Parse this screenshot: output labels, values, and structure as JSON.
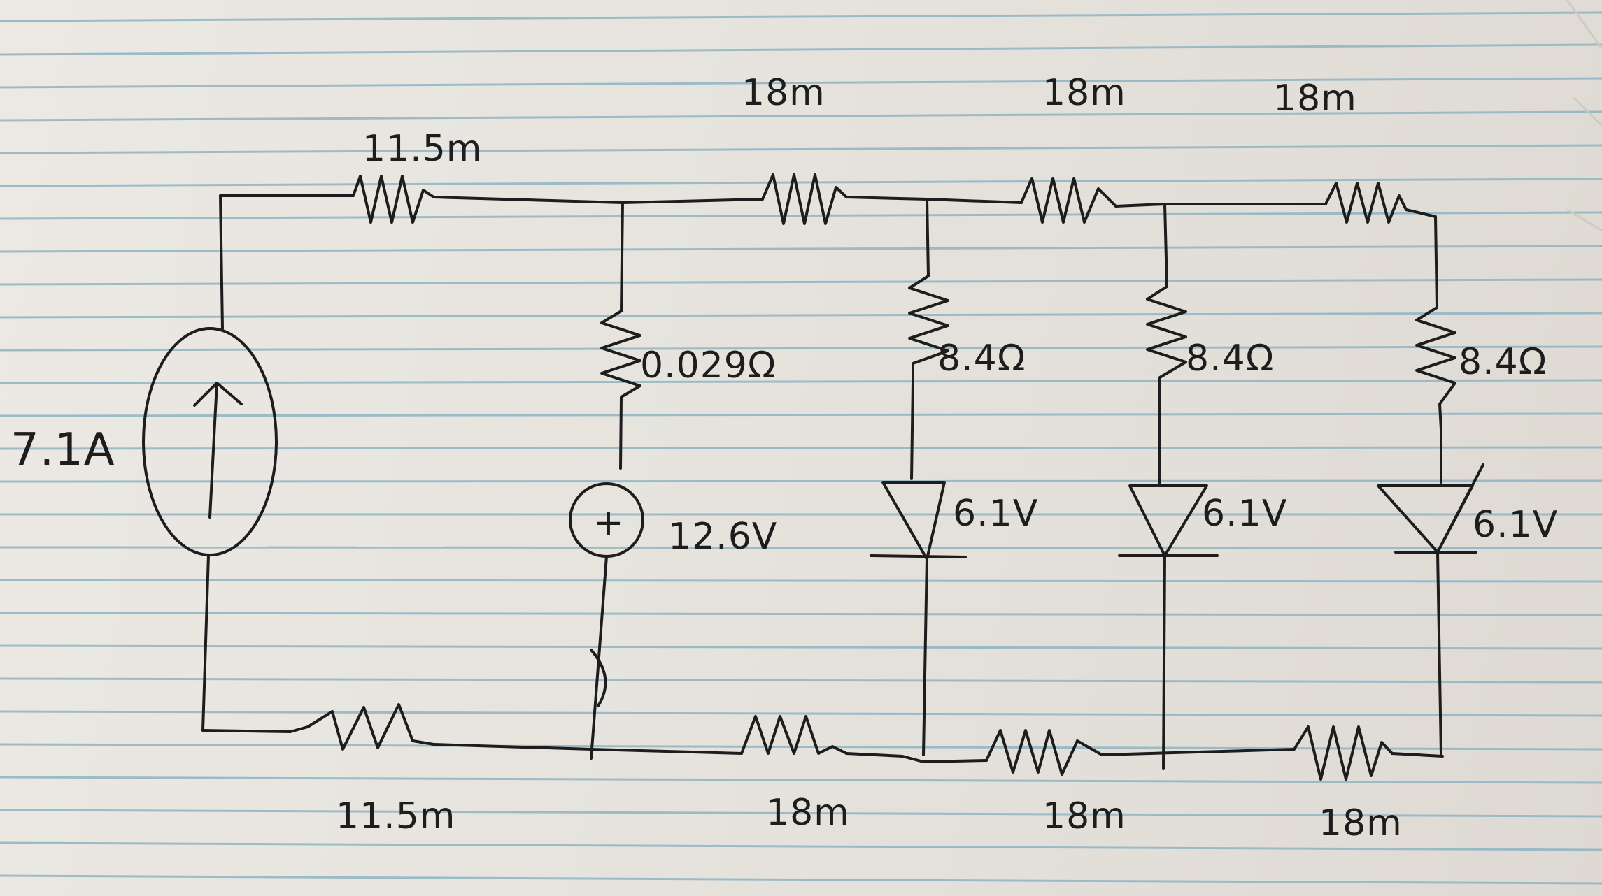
{
  "labels": {
    "source_current": "7.1A",
    "r_top_1": "11.5m",
    "r_top_2": "18m",
    "r_top_3": "18m",
    "r_top_4": "18m",
    "r_bottom_1": "11.5m",
    "r_bottom_2": "18m",
    "r_bottom_3": "18m",
    "r_bottom_4": "18m",
    "r_internal": "0.029Ω",
    "v_source": "12.6V",
    "v_source_polarity": "+",
    "r_branch_1": "8.4Ω",
    "r_branch_2": "8.4Ω",
    "r_branch_3": "8.4Ω",
    "diode_1": "6.1V",
    "diode_2": "6.1V",
    "diode_3": "6.1V"
  },
  "colors": {
    "ink": "#1d1d1d",
    "paper": "#e9e6e1",
    "rule_lines": "#8fb4c4"
  }
}
